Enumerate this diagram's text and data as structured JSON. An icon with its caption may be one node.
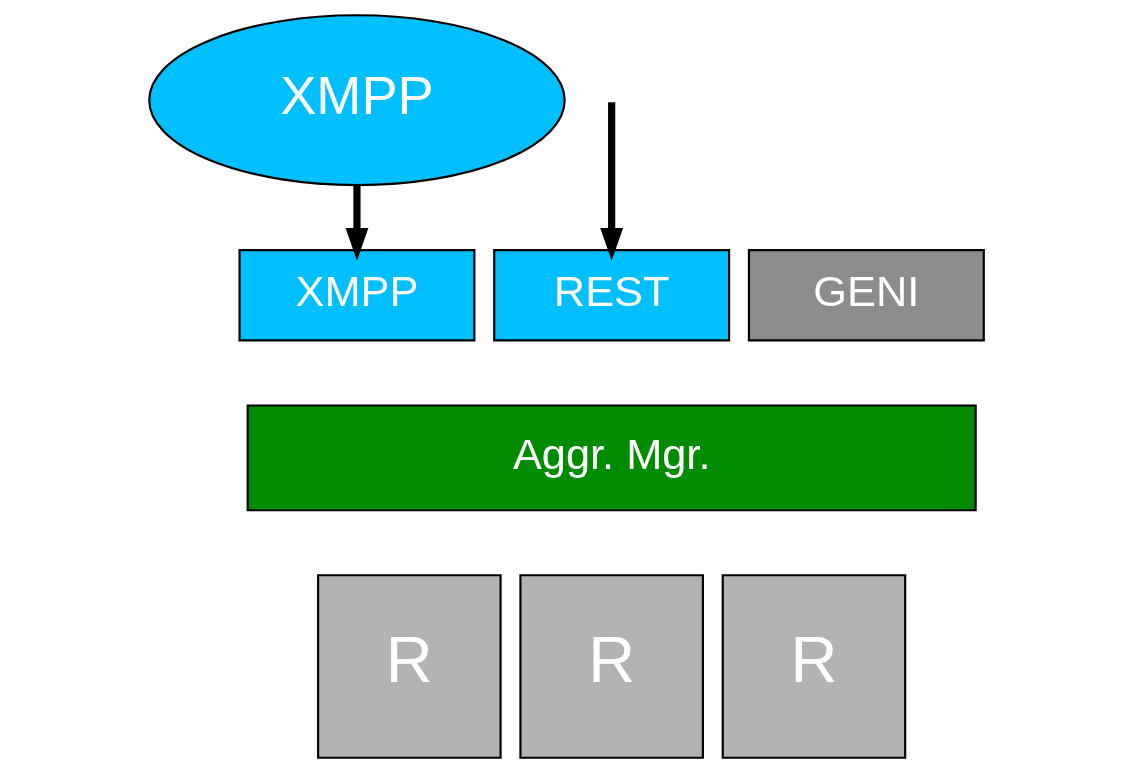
{
  "diagram": {
    "nodes": [
      {
        "text": [
          "XMPP"
        ]
      },
      {
        "text": [
          "XMPP"
        ]
      },
      {
        "text": [
          "REST"
        ]
      },
      {
        "text": [
          "GENI"
        ]
      },
      {
        "text": [
          "Aggr. Mgr."
        ]
      },
      {
        "text": [
          "R"
        ]
      },
      {
        "text": [
          "R"
        ]
      },
      {
        "text": [
          "R"
        ]
      }
    ],
    "edges": [
      {
        "from": 0,
        "to": 1,
        "arrow": "to"
      },
      {
        "from": null,
        "to": 2,
        "arrow": "to"
      }
    ]
  }
}
